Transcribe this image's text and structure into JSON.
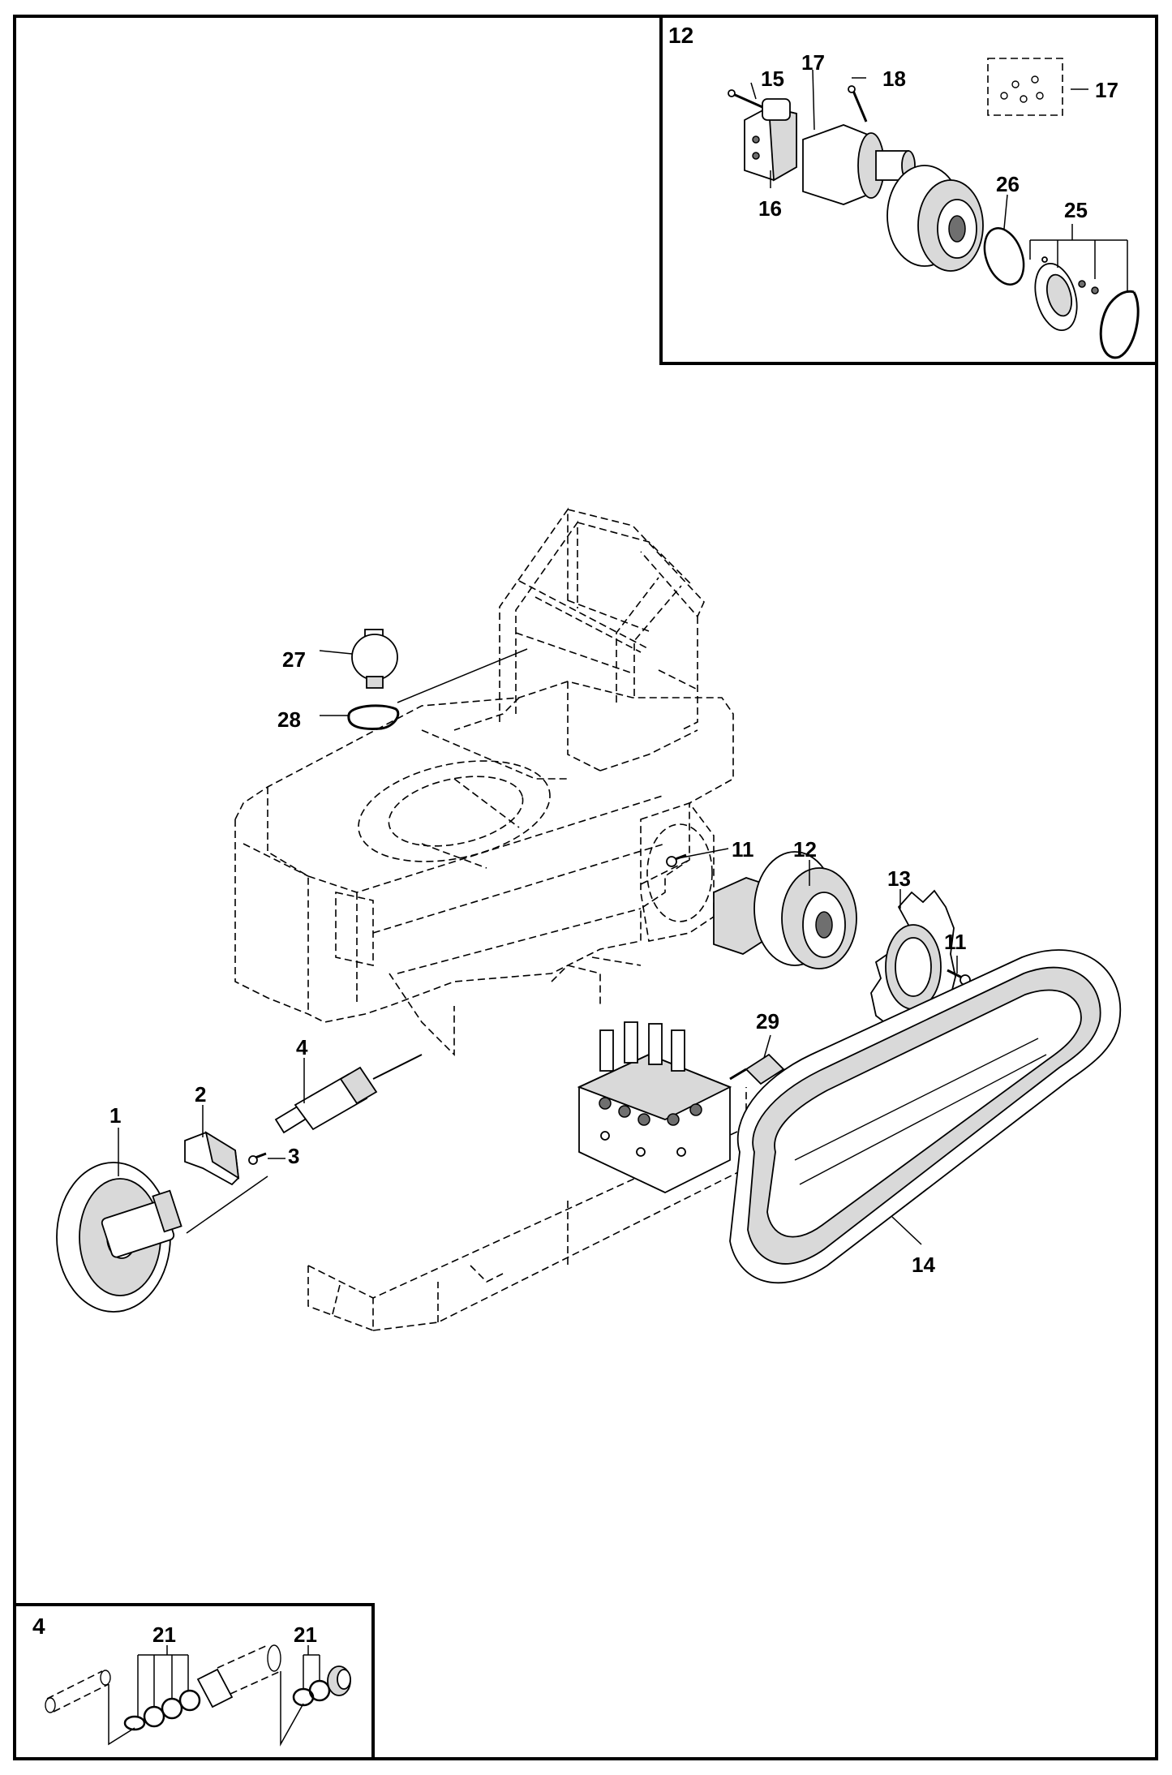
{
  "insets": {
    "motor": {
      "label": "12"
    },
    "cylinder": {
      "label": "4"
    }
  },
  "callouts": {
    "c1": "1",
    "c2": "2",
    "c3": "3",
    "c4": "4",
    "c11a": "11",
    "c11b": "11",
    "c12": "12",
    "c13": "13",
    "c14": "14",
    "c15": "15",
    "c16": "16",
    "c17a": "17",
    "c17b": "17",
    "c18": "18",
    "c21a": "21",
    "c21b": "21",
    "c25": "25",
    "c26": "26",
    "c27": "27",
    "c28": "28",
    "c29": "29"
  }
}
